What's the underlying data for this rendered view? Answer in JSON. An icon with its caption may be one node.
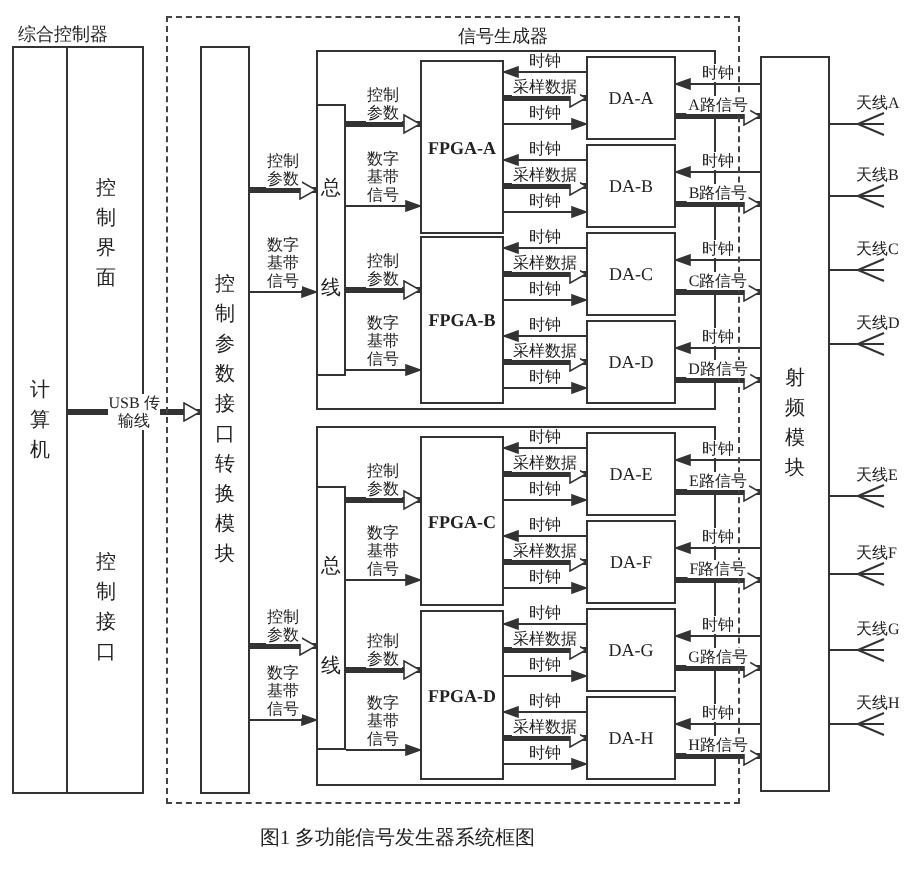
{
  "diagram": {
    "caption": "图1 多功能信号发生器系统框图",
    "nodes": [
      {
        "text": [
          "综合控制器"
        ]
      },
      {
        "text": [
          "计算机"
        ],
        "in": 0
      },
      {
        "text": [
          "控制界面",
          "控制接口"
        ],
        "in": 0
      },
      {
        "text": [
          "信号生成器"
        ]
      },
      {
        "text": [
          "控制参数接口转换模块"
        ],
        "in": 3
      },
      {
        "text": [],
        "shape": "box",
        "in": 3
      },
      {
        "text": [
          "总线"
        ],
        "in": 5
      },
      {
        "text": [
          "FPGA-A"
        ],
        "in": 5
      },
      {
        "text": [
          "FPGA-B"
        ],
        "in": 5
      },
      {
        "text": [
          "DA-A"
        ],
        "in": 5
      },
      {
        "text": [
          "DA-B"
        ],
        "in": 5
      },
      {
        "text": [
          "DA-C"
        ],
        "in": 5
      },
      {
        "text": [
          "DA-D"
        ],
        "in": 5
      },
      {
        "text": [],
        "shape": "box",
        "in": 3
      },
      {
        "text": [
          "总线"
        ],
        "in": 13
      },
      {
        "text": [
          "FPGA-C"
        ],
        "in": 13
      },
      {
        "text": [
          "FPGA-D"
        ],
        "in": 13
      },
      {
        "text": [
          "DA-E"
        ],
        "in": 13
      },
      {
        "text": [
          "DA-F"
        ],
        "in": 13
      },
      {
        "text": [
          "DA-G"
        ],
        "in": 13
      },
      {
        "text": [
          "DA-H"
        ],
        "in": 13
      },
      {
        "text": [
          "射频模块"
        ]
      },
      {
        "text": [
          "天线A"
        ]
      },
      {
        "text": [
          "天线B"
        ]
      },
      {
        "text": [
          "天线C"
        ]
      },
      {
        "text": [
          "天线D"
        ]
      },
      {
        "text": [
          "天线E"
        ]
      },
      {
        "text": [
          "天线F"
        ]
      },
      {
        "text": [
          "天线G"
        ]
      },
      {
        "text": [
          "天线H"
        ]
      }
    ],
    "edges": [
      {
        "from": 1,
        "to": 4,
        "label": "USB 传输线",
        "arrow": "to",
        "style": "thick"
      },
      {
        "from": 4,
        "to": 6,
        "label": "控制参数",
        "arrow": "to",
        "style": "thick"
      },
      {
        "from": 4,
        "to": 6,
        "label": "数字基带信号",
        "arrow": "to"
      },
      {
        "from": 4,
        "to": 14,
        "label": "控制参数",
        "arrow": "to",
        "style": "thick"
      },
      {
        "from": 4,
        "to": 14,
        "label": "数字基带信号",
        "arrow": "to"
      },
      {
        "from": 6,
        "to": 7,
        "label": "控制参数",
        "arrow": "to",
        "style": "thick"
      },
      {
        "from": 6,
        "to": 7,
        "label": "数字基带信号",
        "arrow": "to"
      },
      {
        "from": 6,
        "to": 8,
        "label": "控制参数",
        "arrow": "to",
        "style": "thick"
      },
      {
        "from": 6,
        "to": 8,
        "label": "数字基带信号",
        "arrow": "to"
      },
      {
        "from": 14,
        "to": 15,
        "label": "控制参数",
        "arrow": "to",
        "style": "thick"
      },
      {
        "from": 14,
        "to": 15,
        "label": "数字基带信号",
        "arrow": "to"
      },
      {
        "from": 14,
        "to": 16,
        "label": "控制参数",
        "arrow": "to",
        "style": "thick"
      },
      {
        "from": 14,
        "to": 16,
        "label": "数字基带信号",
        "arrow": "to"
      },
      {
        "from": 9,
        "to": 7,
        "label": "时钟",
        "arrow": "to"
      },
      {
        "from": 7,
        "to": 9,
        "label": "采样数据",
        "arrow": "to",
        "style": "thick"
      },
      {
        "from": 7,
        "to": 9,
        "label": "时钟",
        "arrow": "to"
      },
      {
        "from": 10,
        "to": 7,
        "label": "时钟",
        "arrow": "to"
      },
      {
        "from": 7,
        "to": 10,
        "label": "采样数据",
        "arrow": "to",
        "style": "thick"
      },
      {
        "from": 7,
        "to": 10,
        "label": "时钟",
        "arrow": "to"
      },
      {
        "from": 11,
        "to": 8,
        "label": "时钟",
        "arrow": "to"
      },
      {
        "from": 8,
        "to": 11,
        "label": "采样数据",
        "arrow": "to",
        "style": "thick"
      },
      {
        "from": 8,
        "to": 11,
        "label": "时钟",
        "arrow": "to"
      },
      {
        "from": 12,
        "to": 8,
        "label": "时钟",
        "arrow": "to"
      },
      {
        "from": 8,
        "to": 12,
        "label": "采样数据",
        "arrow": "to",
        "style": "thick"
      },
      {
        "from": 8,
        "to": 12,
        "label": "时钟",
        "arrow": "to"
      },
      {
        "from": 17,
        "to": 15,
        "label": "时钟",
        "arrow": "to"
      },
      {
        "from": 15,
        "to": 17,
        "label": "采样数据",
        "arrow": "to",
        "style": "thick"
      },
      {
        "from": 15,
        "to": 17,
        "label": "时钟",
        "arrow": "to"
      },
      {
        "from": 18,
        "to": 15,
        "label": "时钟",
        "arrow": "to"
      },
      {
        "from": 15,
        "to": 18,
        "label": "采样数据",
        "arrow": "to",
        "style": "thick"
      },
      {
        "from": 15,
        "to": 18,
        "label": "时钟",
        "arrow": "to"
      },
      {
        "from": 19,
        "to": 16,
        "label": "时钟",
        "arrow": "to"
      },
      {
        "from": 16,
        "to": 19,
        "label": "采样数据",
        "arrow": "to",
        "style": "thick"
      },
      {
        "from": 16,
        "to": 19,
        "label": "时钟",
        "arrow": "to"
      },
      {
        "from": 20,
        "to": 16,
        "label": "时钟",
        "arrow": "to"
      },
      {
        "from": 16,
        "to": 20,
        "label": "采样数据",
        "arrow": "to",
        "style": "thick"
      },
      {
        "from": 16,
        "to": 20,
        "label": "时钟",
        "arrow": "to"
      },
      {
        "from": 21,
        "to": 9,
        "label": "时钟",
        "arrow": "to"
      },
      {
        "from": 9,
        "to": 21,
        "label": "A路信号",
        "arrow": "to",
        "style": "thick"
      },
      {
        "from": 21,
        "to": 10,
        "label": "时钟",
        "arrow": "to"
      },
      {
        "from": 10,
        "to": 21,
        "label": "B路信号",
        "arrow": "to",
        "style": "thick"
      },
      {
        "from": 21,
        "to": 11,
        "label": "时钟",
        "arrow": "to"
      },
      {
        "from": 11,
        "to": 21,
        "label": "C路信号",
        "arrow": "to",
        "style": "thick"
      },
      {
        "from": 21,
        "to": 12,
        "label": "时钟",
        "arrow": "to"
      },
      {
        "from": 12,
        "to": 21,
        "label": "D路信号",
        "arrow": "to",
        "style": "thick"
      },
      {
        "from": 21,
        "to": 17,
        "label": "时钟",
        "arrow": "to"
      },
      {
        "from": 17,
        "to": 21,
        "label": "E路信号",
        "arrow": "to",
        "style": "thick"
      },
      {
        "from": 21,
        "to": 18,
        "label": "时钟",
        "arrow": "to"
      },
      {
        "from": 18,
        "to": 21,
        "label": "F路信号",
        "arrow": "to",
        "style": "thick"
      },
      {
        "from": 21,
        "to": 19,
        "label": "时钟",
        "arrow": "to"
      },
      {
        "from": 19,
        "to": 21,
        "label": "G路信号",
        "arrow": "to",
        "style": "thick"
      },
      {
        "from": 21,
        "to": 20,
        "label": "时钟",
        "arrow": "to"
      },
      {
        "from": 20,
        "to": 21,
        "label": "H路信号",
        "arrow": "to",
        "style": "thick"
      },
      {
        "from": 21,
        "to": 22,
        "arrow": "none"
      },
      {
        "from": 21,
        "to": 23,
        "arrow": "none"
      },
      {
        "from": 21,
        "to": 24,
        "arrow": "none"
      },
      {
        "from": 21,
        "to": 25,
        "arrow": "none"
      },
      {
        "from": 21,
        "to": 26,
        "arrow": "none"
      },
      {
        "from": 21,
        "to": 27,
        "arrow": "none"
      },
      {
        "from": 21,
        "to": 28,
        "arrow": "none"
      },
      {
        "from": 21,
        "to": 29,
        "arrow": "none"
      }
    ]
  }
}
